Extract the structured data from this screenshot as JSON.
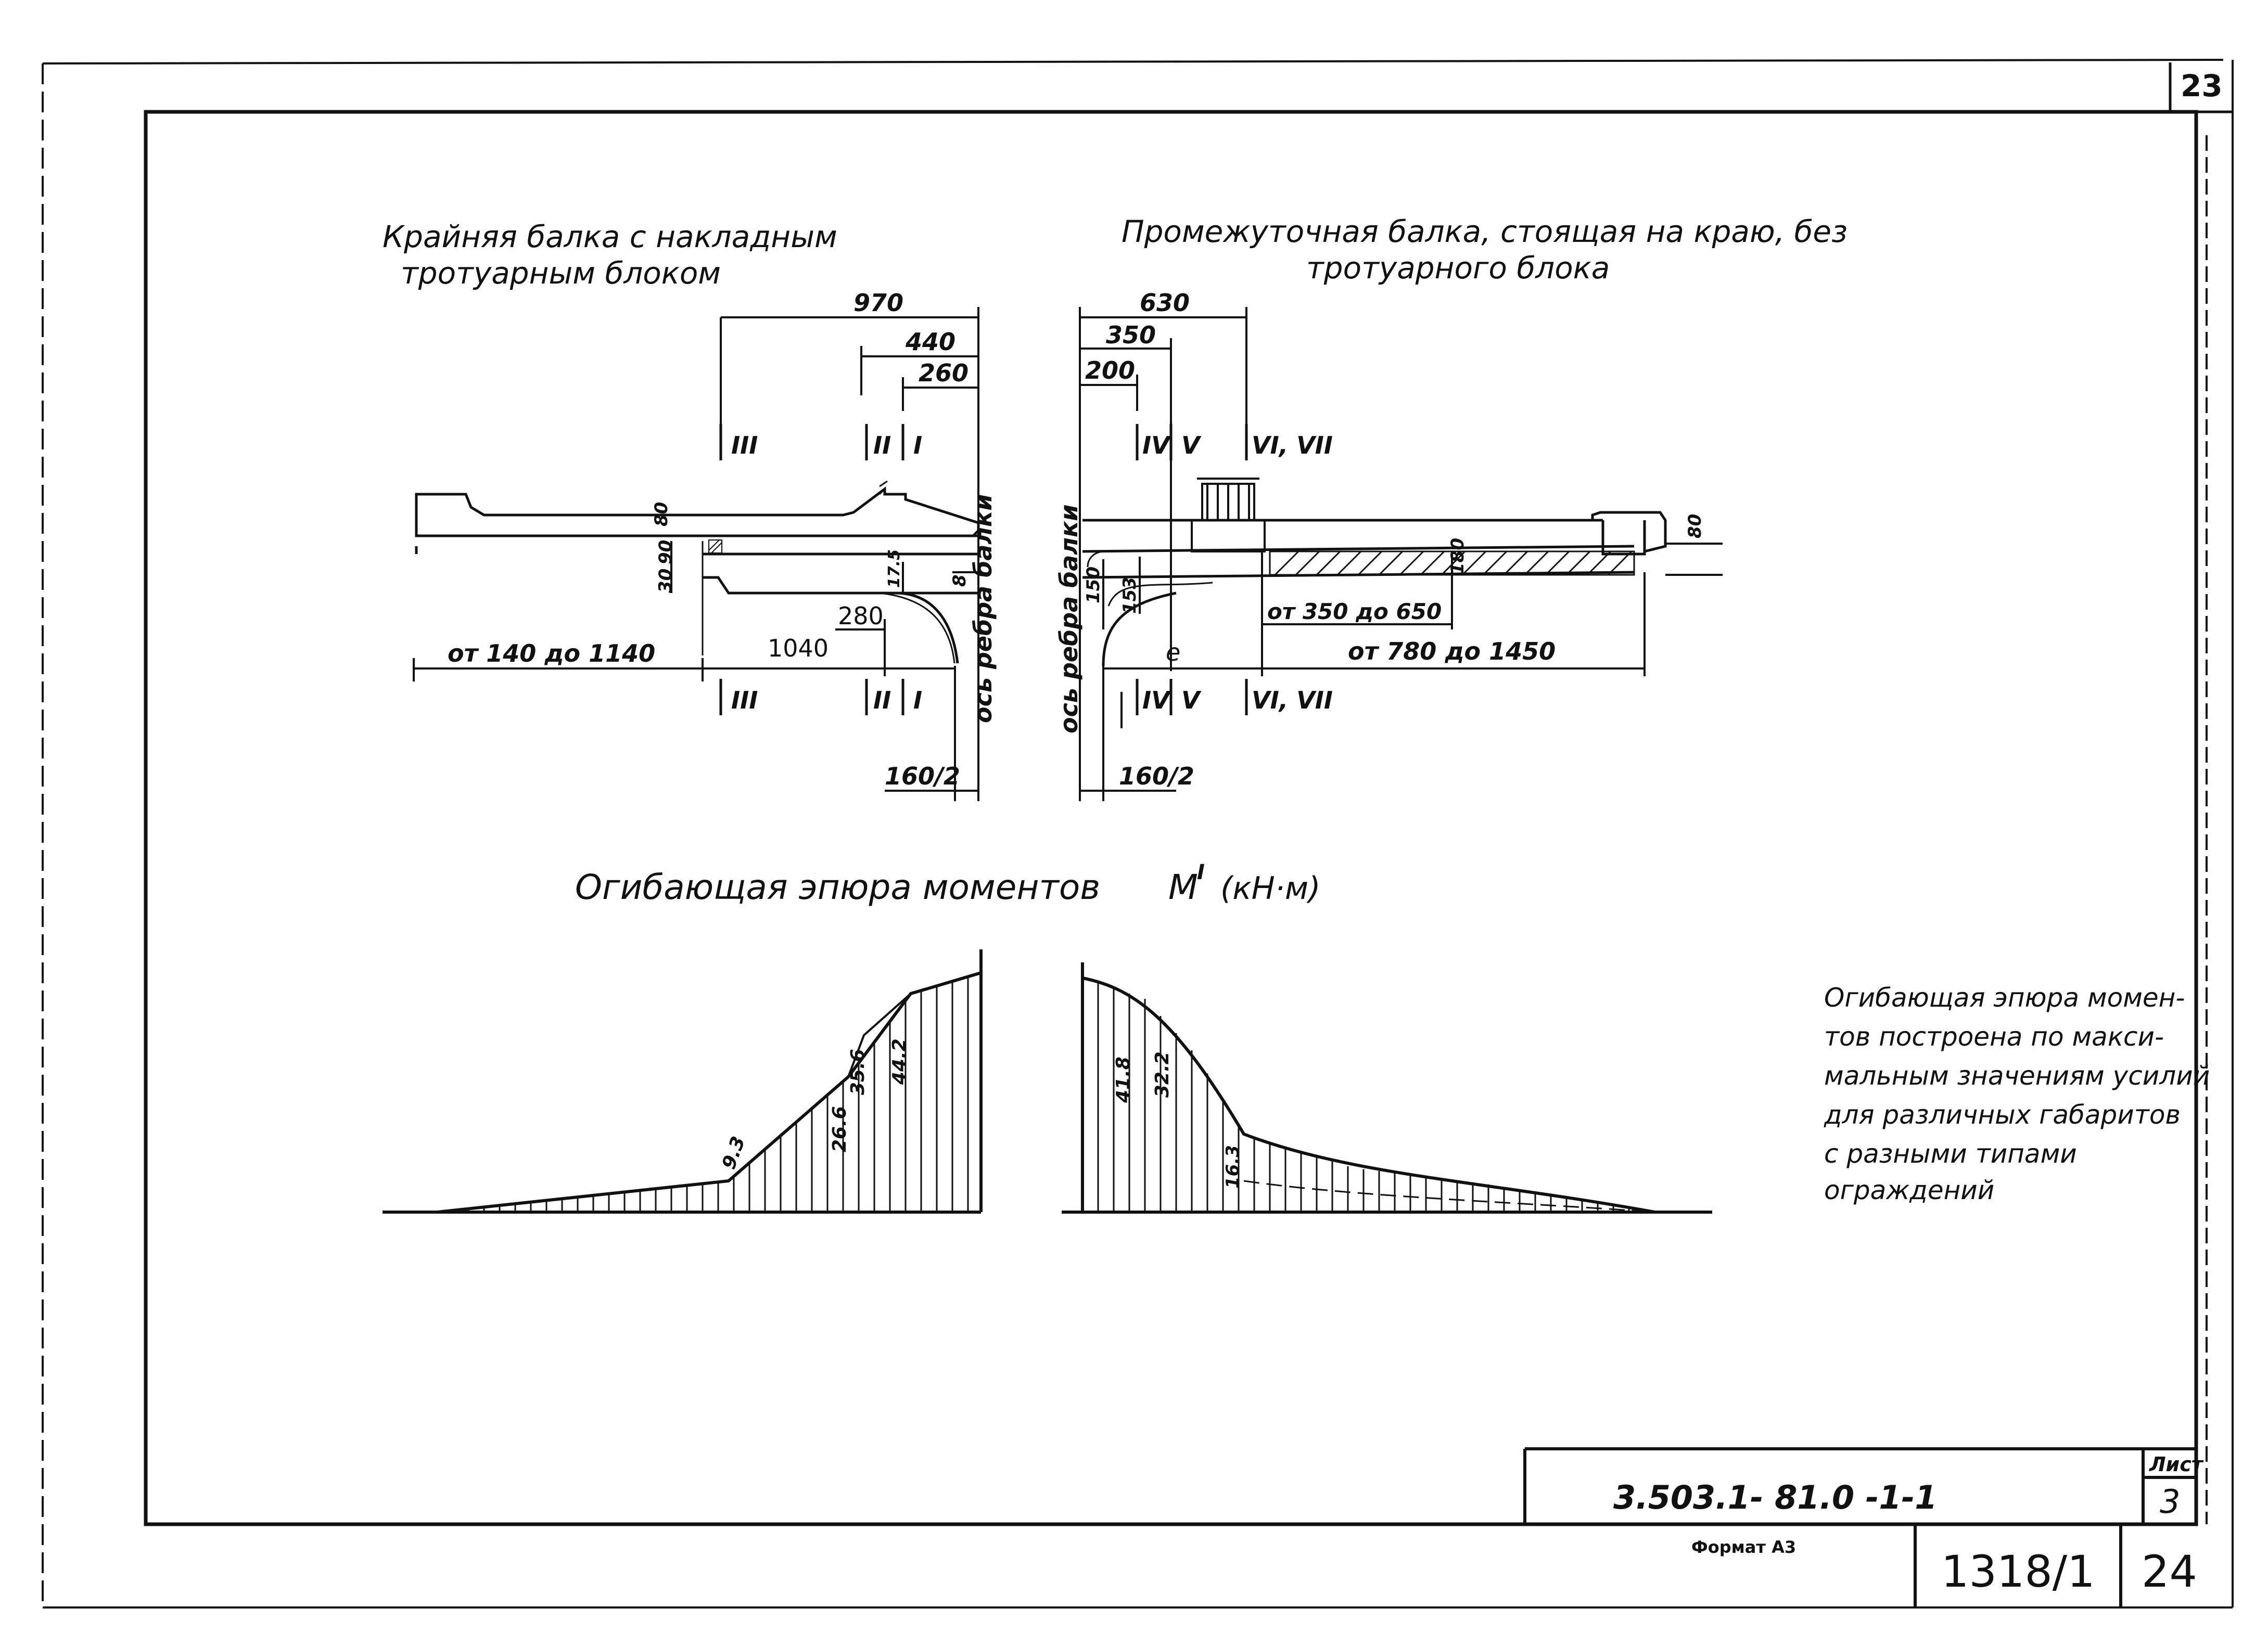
{
  "sheet": {
    "corner_number": "23",
    "format_label": "Формат А3",
    "inventory_number": "1318/1",
    "page_number": "24",
    "title_block": {
      "code": "3.503.1- 81.0 -1-1",
      "list_label": "Лист",
      "list_number": "3"
    }
  },
  "left_section": {
    "title_line1": "Крайняя балка с накладным",
    "title_line2": "тротуарным блоком",
    "dims": {
      "d970": "970",
      "d440": "440",
      "d260": "260",
      "d280": "280",
      "d1040": "1040",
      "d80": "80",
      "d30": "30",
      "d90": "90",
      "d8": "8",
      "d17_5": "17.5",
      "range": "от 140 до 1140",
      "half_rib": "160/2",
      "axis_label": "ось ребра балки"
    },
    "section_marks": {
      "m3": "III",
      "m2": "II",
      "m1": "I"
    }
  },
  "right_section": {
    "title_line1": "Промежуточная балка, стоящая на краю, без",
    "title_line2": "тротуарного блока",
    "dims": {
      "d630": "630",
      "d350": "350",
      "d200": "200",
      "d150": "150",
      "d153": "153",
      "d80": "80",
      "d180": "180",
      "range_inner": "от 350 до 650",
      "range_outer": "от 780 до 1450",
      "half_rib": "160/2",
      "axis_label": "ось ребра балки",
      "e_label": "е"
    },
    "section_marks": {
      "m4": "IV",
      "m5": "V",
      "m67": "VI, VII"
    }
  },
  "moment_diagram": {
    "title": "Огибающая эпюра моментов",
    "unit": "M",
    "unit_superscript": "I",
    "unit_tail": "(кН·м)"
  },
  "chart_data": {
    "type": "area",
    "title": "Огибающая эпюра моментов",
    "left_ordinates": [
      "9.3",
      "26.6",
      "35.6",
      "44.2"
    ],
    "right_ordinates": [
      "41.8",
      "32.2",
      "16.3"
    ]
  },
  "note": {
    "lines": [
      "Огибающая эпюра момен-",
      "тов построена по макси-",
      "мальным значениям усилий",
      "для различных габаритов",
      "с разными типами",
      "ограждений"
    ]
  }
}
